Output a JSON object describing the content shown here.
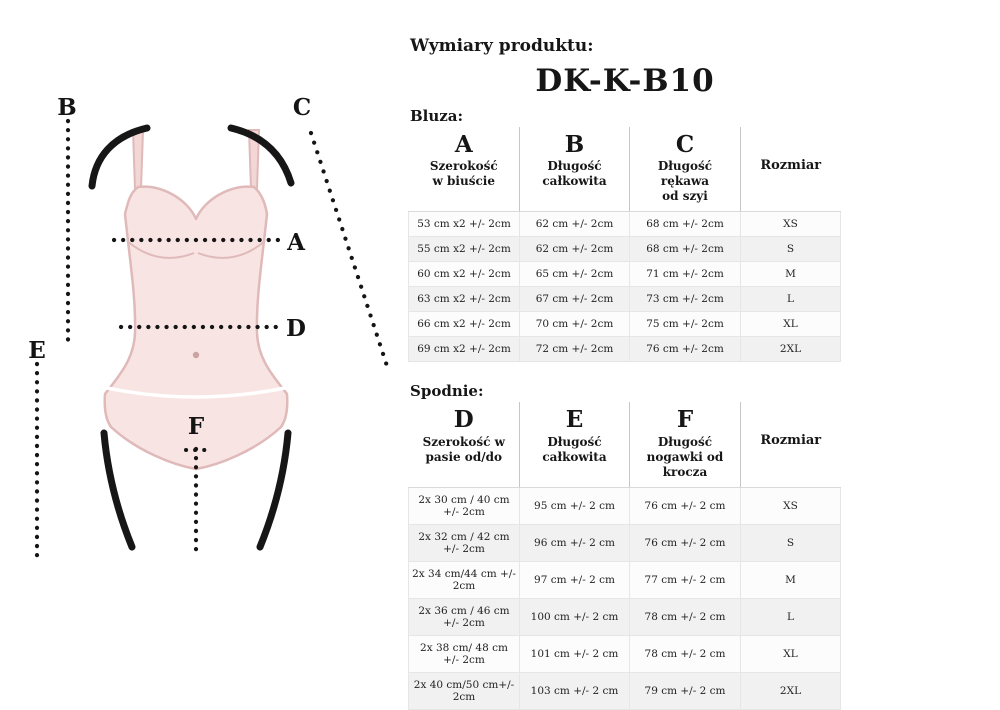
{
  "header": {
    "title": "Wymiary produktu:",
    "product_code": "DK-K-B10"
  },
  "diagram": {
    "description": "garment-measurement-sketch",
    "garment_color": "#f9e4e4",
    "outline_color": "#e0b9b9",
    "letters": {
      "a": "A",
      "b": "B",
      "c": "C",
      "d": "D",
      "e": "E",
      "f": "F"
    }
  },
  "bluza": {
    "section_label": "Bluza:",
    "columns": [
      {
        "letter": "A",
        "label": "Szerokość\nw biuście"
      },
      {
        "letter": "B",
        "label": "Długość\ncałkowita"
      },
      {
        "letter": "C",
        "label": "Długość rękawa\nod szyi"
      },
      {
        "label": "Rozmiar"
      }
    ],
    "rows": [
      [
        "53 cm x2 +/- 2cm",
        "62 cm +/- 2cm",
        "68 cm +/- 2cm",
        "XS"
      ],
      [
        "55 cm x2 +/- 2cm",
        "62 cm +/- 2cm",
        "68 cm +/- 2cm",
        "S"
      ],
      [
        "60 cm x2 +/- 2cm",
        "65 cm +/- 2cm",
        "71 cm +/- 2cm",
        "M"
      ],
      [
        "63 cm x2 +/- 2cm",
        "67 cm +/- 2cm",
        "73 cm +/- 2cm",
        "L"
      ],
      [
        "66 cm x2 +/- 2cm",
        "70 cm +/- 2cm",
        "75 cm +/- 2cm",
        "XL"
      ],
      [
        "69 cm x2 +/- 2cm",
        "72 cm +/- 2cm",
        "76 cm +/- 2cm",
        "2XL"
      ]
    ]
  },
  "spodnie": {
    "section_label": "Spodnie:",
    "columns": [
      {
        "letter": "D",
        "label": "Szerokość w\npasie od/do"
      },
      {
        "letter": "E",
        "label": "Długość\ncałkowita"
      },
      {
        "letter": "F",
        "label": "Długość\nnogawki od krocza"
      },
      {
        "label": "Rozmiar"
      }
    ],
    "rows": [
      [
        "2x 30 cm / 40 cm +/- 2cm",
        "95 cm +/- 2 cm",
        "76 cm +/- 2 cm",
        "XS"
      ],
      [
        "2x 32 cm / 42 cm +/- 2cm",
        "96 cm +/- 2 cm",
        "76 cm +/- 2 cm",
        "S"
      ],
      [
        "2x 34 cm/44 cm +/- 2cm",
        "97 cm +/- 2 cm",
        "77 cm +/- 2 cm",
        "M"
      ],
      [
        "2x 36 cm / 46 cm +/- 2cm",
        "100 cm +/- 2 cm",
        "78 cm +/- 2 cm",
        "L"
      ],
      [
        "2x 38 cm/ 48 cm +/- 2cm",
        "101 cm +/- 2 cm",
        "78 cm +/- 2 cm",
        "XL"
      ],
      [
        "2x 40 cm/50 cm+/- 2cm",
        "103 cm +/- 2 cm",
        "79 cm +/- 2 cm",
        "2XL"
      ]
    ]
  }
}
